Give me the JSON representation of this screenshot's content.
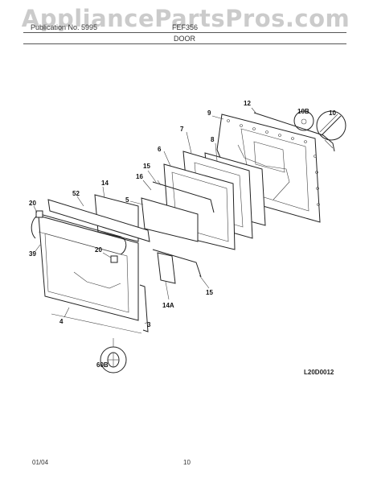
{
  "watermark": "AppliancePartsPros.com",
  "header": {
    "left": "Publication No. 5995",
    "right": "FEF356",
    "subtitle": "DOOR"
  },
  "drawing_code": "L20D0012",
  "footer": {
    "date": "01/04",
    "page": "10"
  },
  "callouts": {
    "c12": "12",
    "c9": "9",
    "c10B": "10B",
    "c10": "10",
    "c7": "7",
    "c8": "8",
    "c6": "6",
    "c15a": "15",
    "c16": "16",
    "c14": "14",
    "c52": "52",
    "c5": "5",
    "c20a": "20",
    "c39": "39",
    "c20b": "20",
    "c14A": "14A",
    "c15b": "15",
    "c4": "4",
    "c3": "3",
    "c60B": "60B"
  },
  "colors": {
    "line": "#222222",
    "watermark": "#a0a0a0",
    "background": "#ffffff"
  }
}
